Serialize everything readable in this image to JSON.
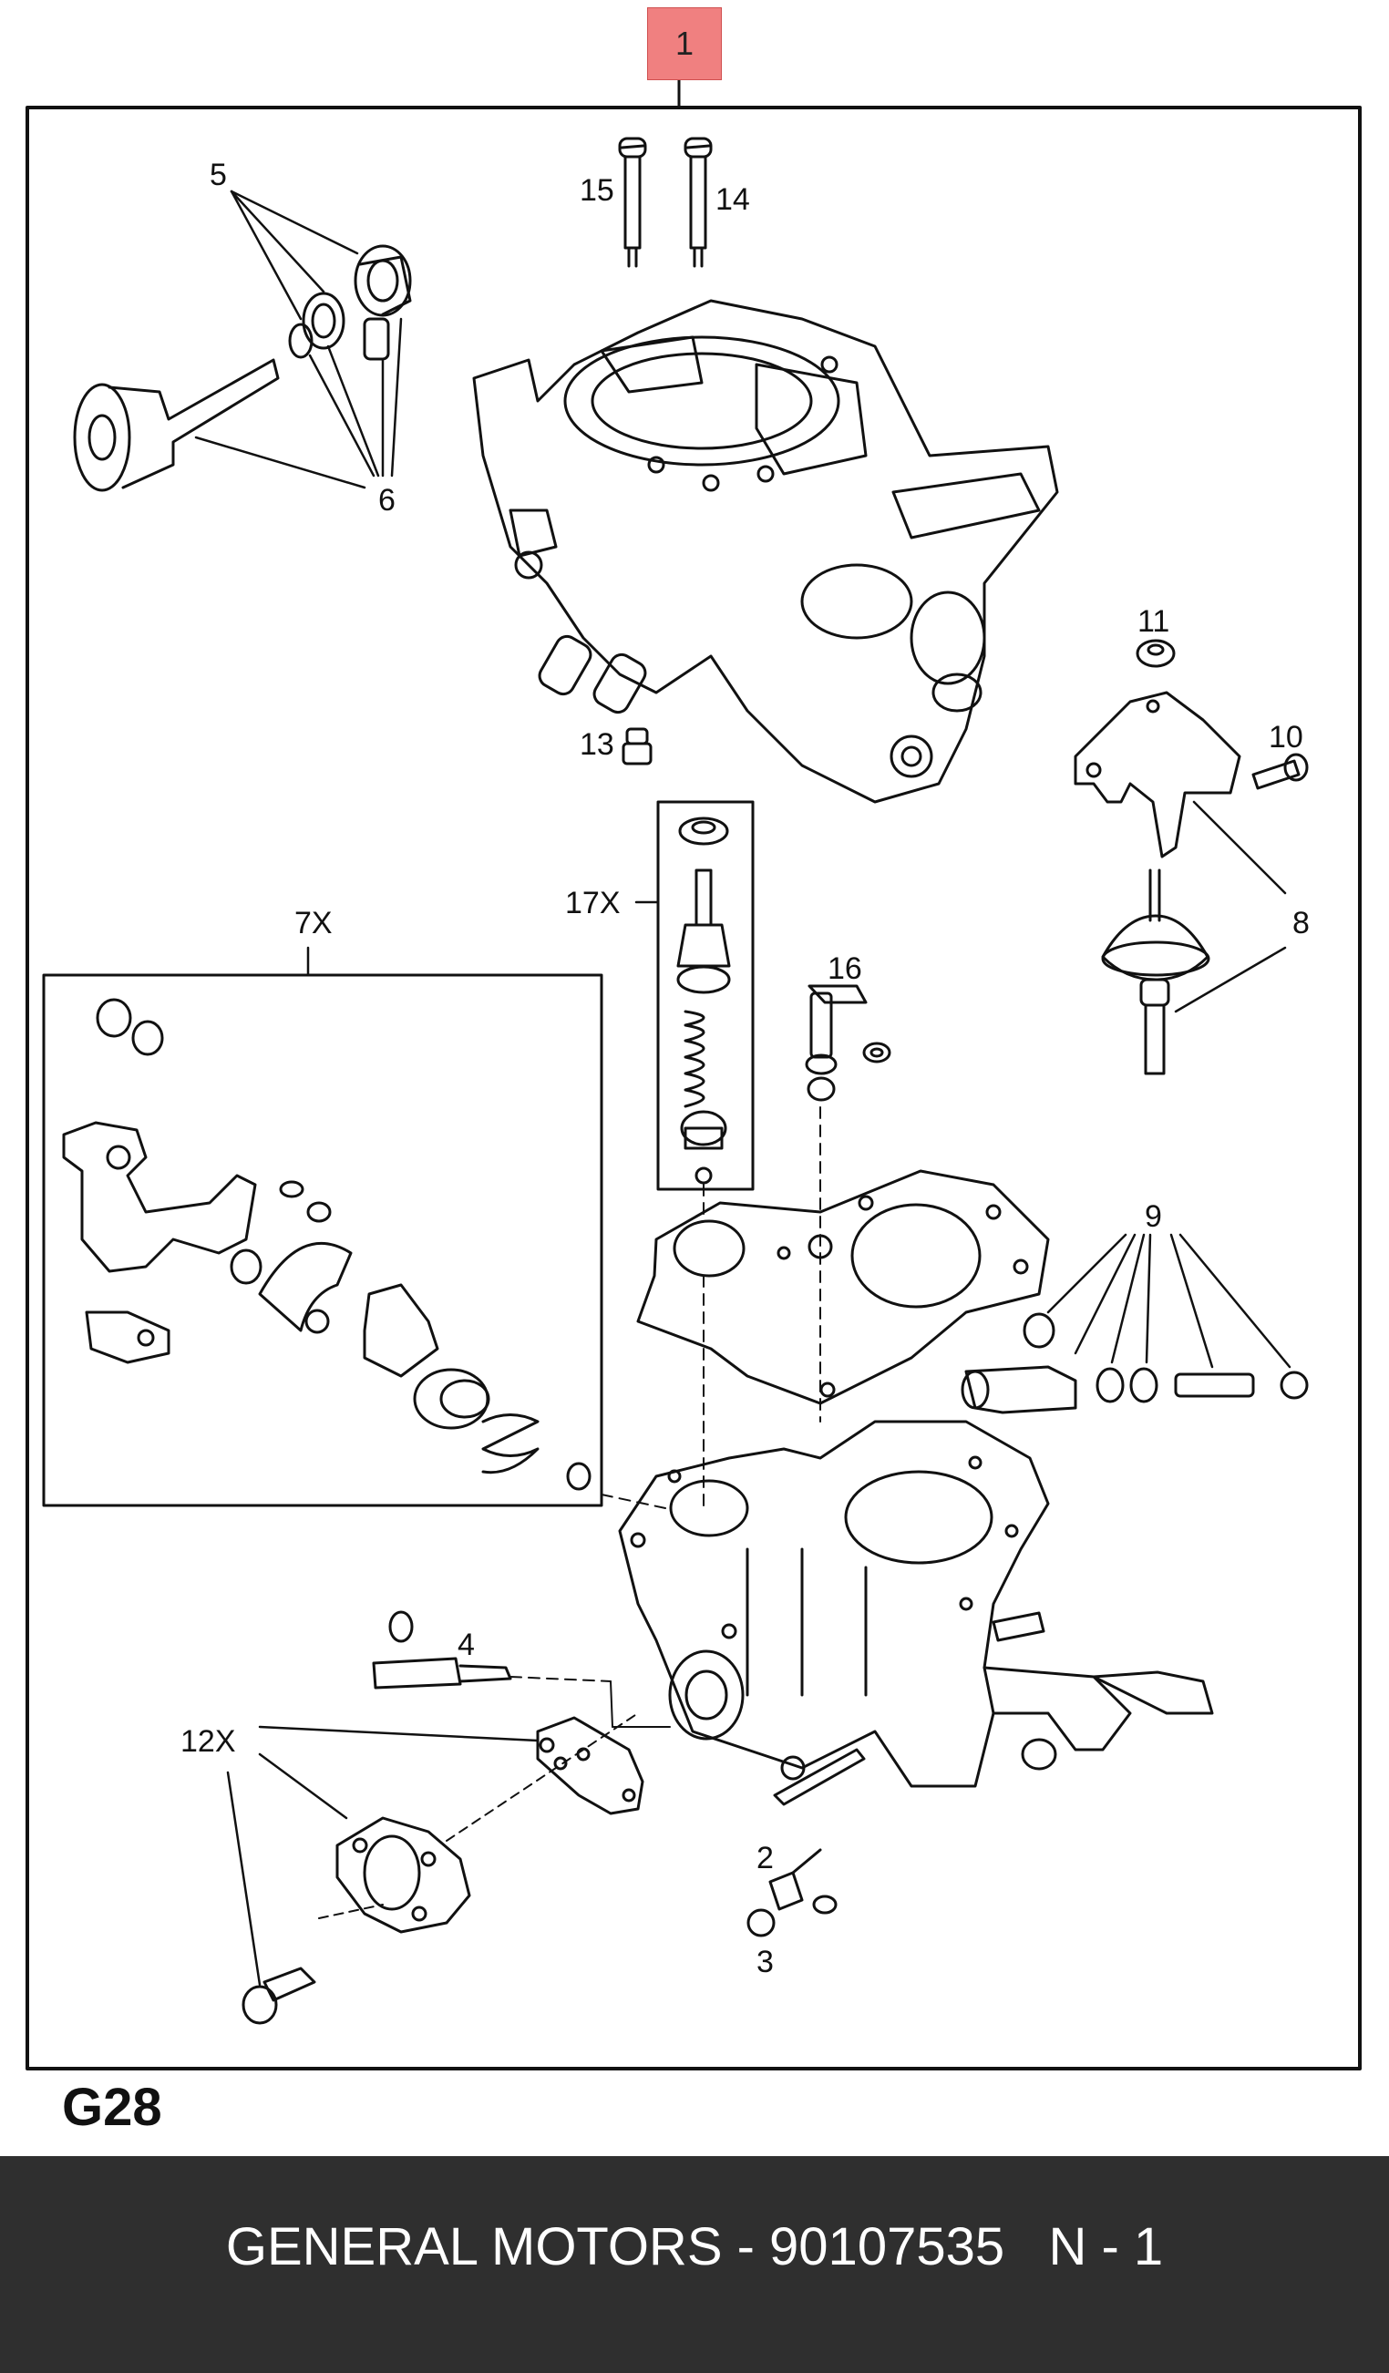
{
  "diagram": {
    "badge": "1",
    "page_code": "G28",
    "callouts": [
      "2",
      "3",
      "4",
      "5",
      "6",
      "7X",
      "8",
      "9",
      "10",
      "11",
      "12X",
      "13",
      "14",
      "15",
      "16",
      "17X"
    ]
  },
  "footer": {
    "brand": "GENERAL MOTORS",
    "separator": " - ",
    "part_number": "90107535",
    "suffix": "N - 1"
  },
  "colors": {
    "badge": "#f08080",
    "footer_bg": "#2f2f2f",
    "line": "#111111"
  }
}
